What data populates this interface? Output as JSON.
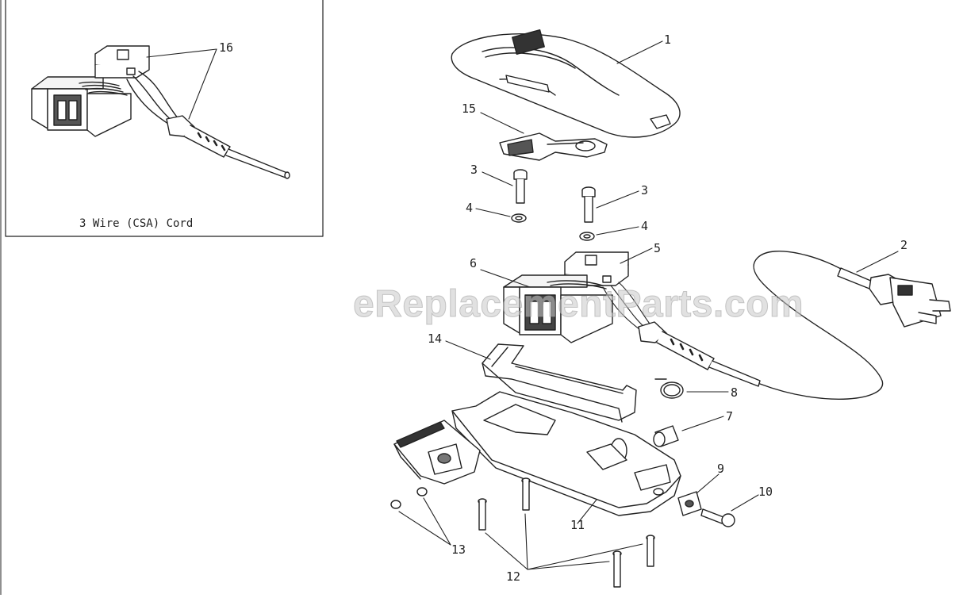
{
  "inset": {
    "caption": "3 Wire (CSA) Cord"
  },
  "watermark": "eReplacementParts.com",
  "callouts": [
    "1",
    "2",
    "3",
    "3",
    "4",
    "4",
    "5",
    "6",
    "7",
    "8",
    "9",
    "10",
    "11",
    "12",
    "13",
    "14",
    "15",
    "16"
  ],
  "colors": {
    "line": "#222222",
    "background": "#ffffff"
  }
}
